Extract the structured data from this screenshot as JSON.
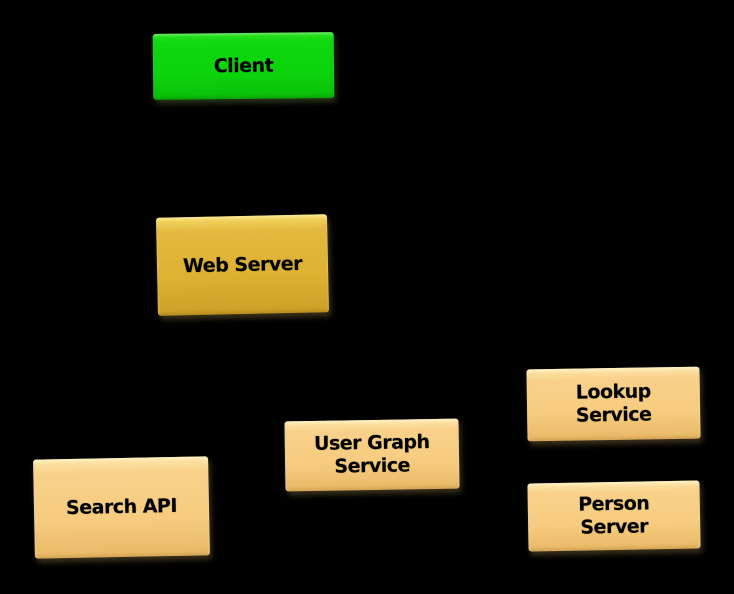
{
  "canvas": {
    "background": "#000000"
  },
  "colors": {
    "client_green": "#0CD40C",
    "server_gold": "#DDB132",
    "service_tan": "#F7CC7F",
    "label_text": "#000000"
  },
  "diagram": {
    "nodes": [
      {
        "id": "client",
        "label": "Client",
        "lines": [
          "Client"
        ]
      },
      {
        "id": "web-server",
        "label": "Web Server",
        "lines": [
          "Web Server"
        ]
      },
      {
        "id": "search-api",
        "label": "Search API",
        "lines": [
          "Search API"
        ]
      },
      {
        "id": "user-graph-service",
        "label": "User Graph Service",
        "lines": [
          "User Graph",
          "Service"
        ]
      },
      {
        "id": "lookup-service",
        "label": "Lookup Service",
        "lines": [
          "Lookup",
          "Service"
        ]
      },
      {
        "id": "person-server",
        "label": "Person Server",
        "lines": [
          "Person",
          "Server"
        ]
      }
    ]
  }
}
